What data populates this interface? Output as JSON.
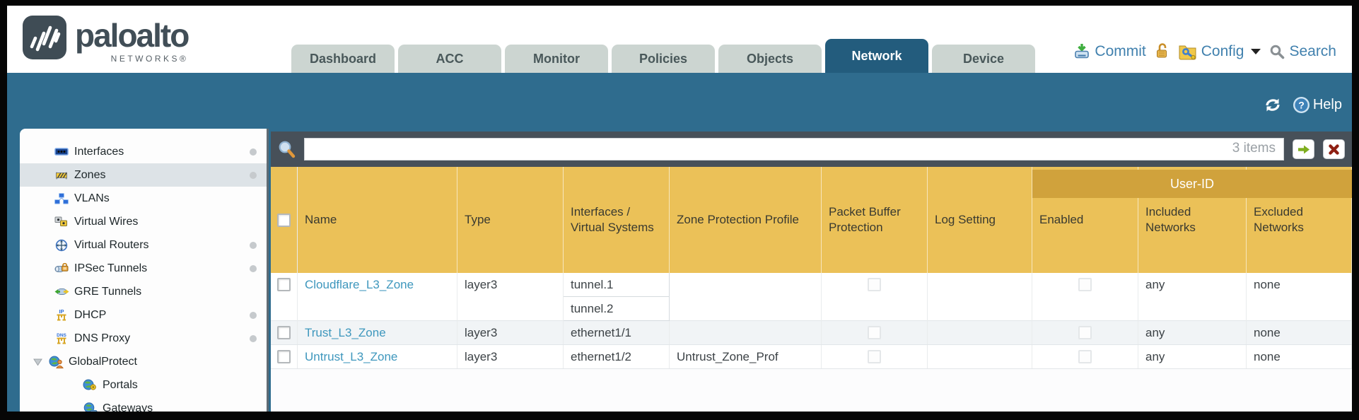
{
  "header": {
    "logo": {
      "brand": "paloalto",
      "sub": "NETWORKS®"
    },
    "tabs": [
      {
        "label": "Dashboard",
        "active": false
      },
      {
        "label": "ACC",
        "active": false
      },
      {
        "label": "Monitor",
        "active": false
      },
      {
        "label": "Policies",
        "active": false
      },
      {
        "label": "Objects",
        "active": false
      },
      {
        "label": "Network",
        "active": true
      },
      {
        "label": "Device",
        "active": false
      }
    ],
    "utilities": {
      "commit_label": "Commit",
      "config_label": "Config",
      "search_label": "Search"
    }
  },
  "banner": {
    "help_label": "Help"
  },
  "sidebar": {
    "items": [
      {
        "label": "Interfaces",
        "icon": "interfaces-icon",
        "dot": true
      },
      {
        "label": "Zones",
        "icon": "zones-icon",
        "dot": true,
        "selected": true
      },
      {
        "label": "VLANs",
        "icon": "vlans-icon",
        "dot": false
      },
      {
        "label": "Virtual Wires",
        "icon": "virtual-wires-icon",
        "dot": false
      },
      {
        "label": "Virtual Routers",
        "icon": "virtual-routers-icon",
        "dot": true
      },
      {
        "label": "IPSec Tunnels",
        "icon": "ipsec-tunnels-icon",
        "dot": true
      },
      {
        "label": "GRE Tunnels",
        "icon": "gre-tunnels-icon",
        "dot": false
      },
      {
        "label": "DHCP",
        "icon": "dhcp-icon",
        "dot": true
      },
      {
        "label": "DNS Proxy",
        "icon": "dns-proxy-icon",
        "dot": true
      },
      {
        "label": "GlobalProtect",
        "icon": "globalprotect-icon",
        "dot": false,
        "expandable": true,
        "expanded": true
      },
      {
        "label": "Portals",
        "icon": "portals-icon",
        "dot": false,
        "child": true
      },
      {
        "label": "Gateways",
        "icon": "gateways-icon",
        "dot": false,
        "child": true
      }
    ]
  },
  "toolbar": {
    "search_value": "",
    "search_placeholder": "",
    "items_count": "3 items"
  },
  "table": {
    "user_id_group_label": "User-ID",
    "columns": [
      "Name",
      "Type",
      "Interfaces / Virtual Systems",
      "Zone Protection Profile",
      "Packet Buffer Protection",
      "Log Setting",
      "Enabled",
      "Included Networks",
      "Excluded Networks"
    ],
    "rows": [
      {
        "name": "Cloudflare_L3_Zone",
        "type": "layer3",
        "interfaces": [
          "tunnel.1",
          "tunnel.2"
        ],
        "zone_protection_profile": "",
        "packet_buffer_protection": false,
        "log_setting": "",
        "user_id_enabled": false,
        "included_networks": "any",
        "excluded_networks": "none",
        "selected": false
      },
      {
        "name": "Trust_L3_Zone",
        "type": "layer3",
        "interfaces": [
          "ethernet1/1"
        ],
        "zone_protection_profile": "",
        "packet_buffer_protection": false,
        "log_setting": "",
        "user_id_enabled": false,
        "included_networks": "any",
        "excluded_networks": "none",
        "selected": false
      },
      {
        "name": "Untrust_L3_Zone",
        "type": "layer3",
        "interfaces": [
          "ethernet1/2"
        ],
        "zone_protection_profile": "Untrust_Zone_Prof",
        "packet_buffer_protection": false,
        "log_setting": "",
        "user_id_enabled": false,
        "included_networks": "any",
        "excluded_networks": "none",
        "selected": false
      }
    ]
  },
  "colors": {
    "teal_band": "#2f6c8e",
    "active_tab": "#235c7d",
    "toolbar_slate": "#475059",
    "table_header_gold": "#ebc158",
    "user_id_band_gold": "#d0a23c",
    "link_blue": "#3e97bd",
    "utility_link_blue": "#4181ae"
  }
}
